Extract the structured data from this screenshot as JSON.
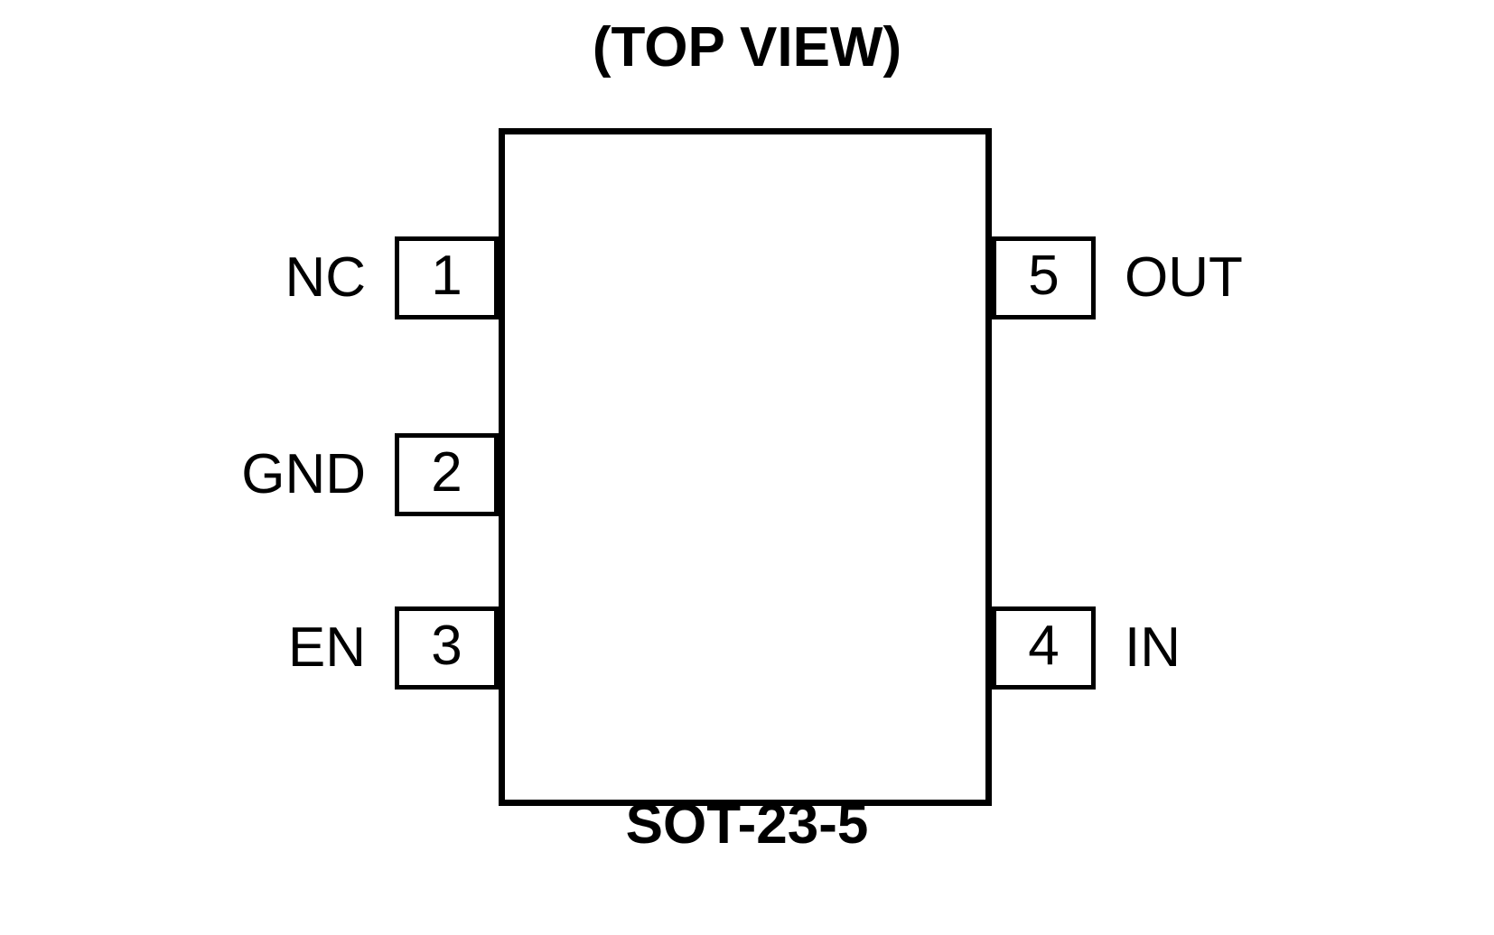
{
  "diagram": {
    "title_top": "(TOP VIEW)",
    "title_bottom": "SOT-23-5",
    "package": "SOT-23-5",
    "body_fill": "#ffffff",
    "line_color": "#000000",
    "background": "#ffffff",
    "pins_left": [
      {
        "number": "1",
        "name": "NC"
      },
      {
        "number": "2",
        "name": "GND"
      },
      {
        "number": "3",
        "name": "EN"
      }
    ],
    "pins_right": [
      {
        "number": "5",
        "name": "OUT"
      },
      {
        "number": "4",
        "name": "IN"
      }
    ]
  }
}
